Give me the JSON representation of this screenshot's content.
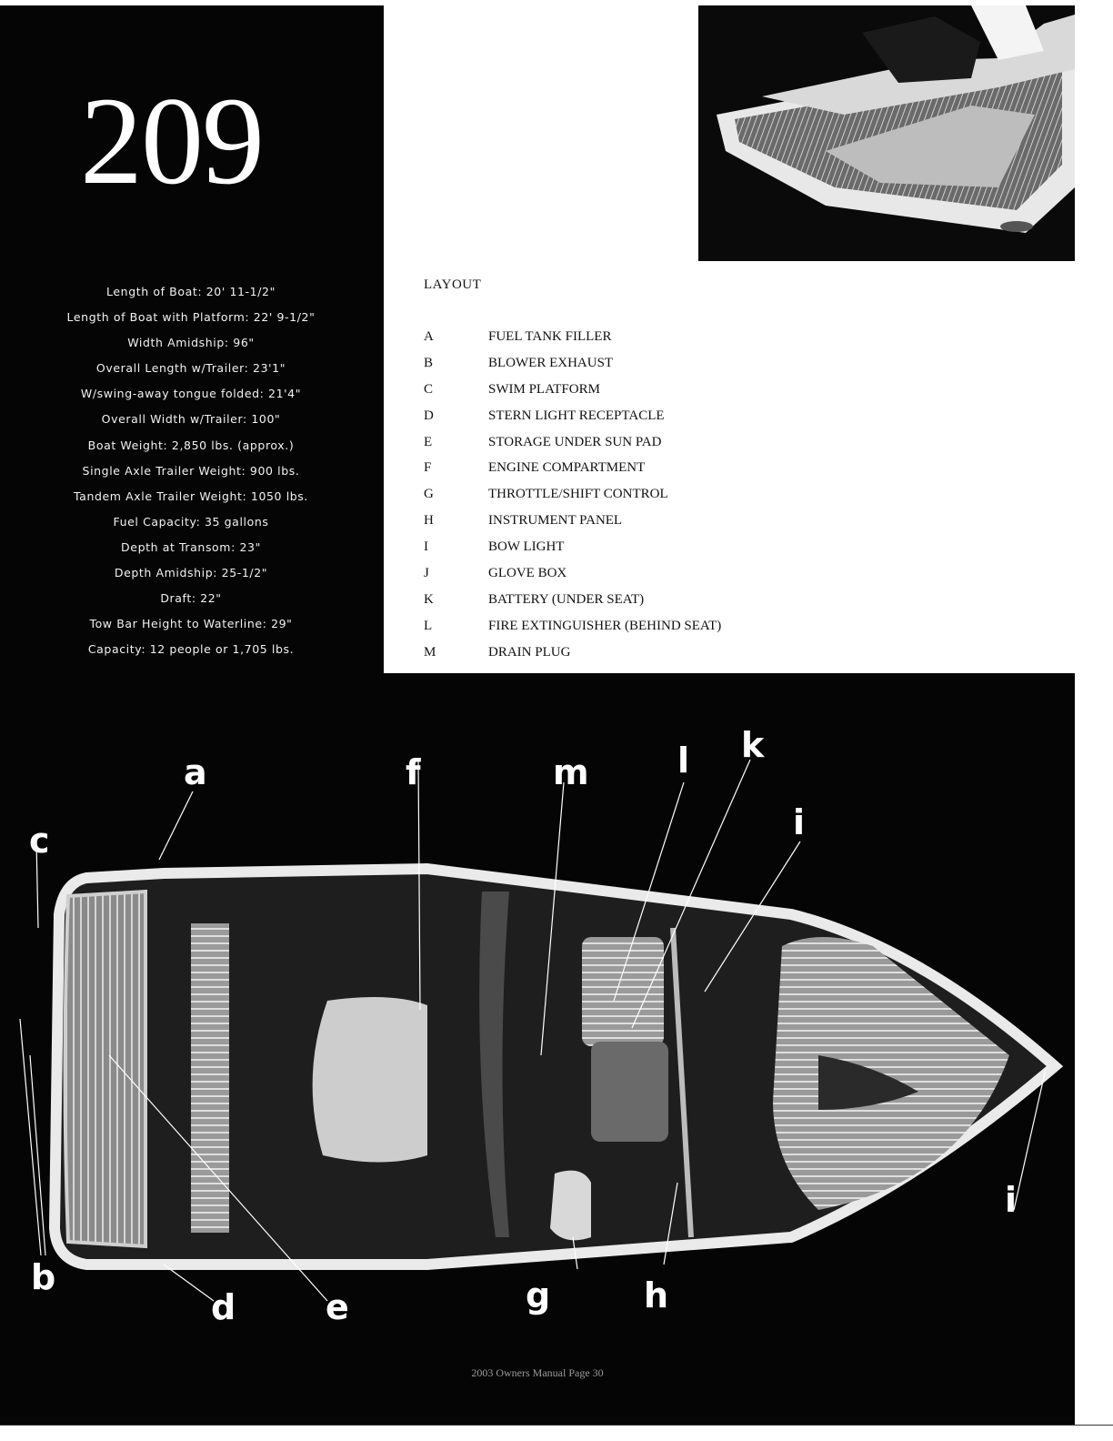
{
  "model": "209",
  "specs": [
    "Length of Boat: 20' 11-1/2\"",
    "Length of Boat with Platform: 22' 9-1/2\"",
    "Width Amidship: 96\"",
    "Overall Length w/Trailer: 23'1\"",
    "W/swing-away tongue folded: 21'4\"",
    "Overall Width w/Trailer: 100\"",
    "Boat Weight: 2,850 lbs. (approx.)",
    "Single Axle Trailer Weight: 900 lbs.",
    "Tandem Axle Trailer Weight: 1050 lbs.",
    "Fuel Capacity: 35 gallons",
    "Depth at Transom: 23\"",
    "Depth Amidship: 25-1/2\"",
    "Draft: 22\"",
    "Tow Bar Height to Waterline: 29\"",
    "Capacity: 12 people or 1,705 lbs."
  ],
  "layout": {
    "heading": "LAYOUT",
    "items": [
      {
        "code": "A",
        "label": "FUEL TANK FILLER"
      },
      {
        "code": "B",
        "label": "BLOWER EXHAUST"
      },
      {
        "code": "C",
        "label": "SWIM PLATFORM"
      },
      {
        "code": "D",
        "label": "STERN LIGHT RECEPTACLE"
      },
      {
        "code": "E",
        "label": "STORAGE UNDER SUN PAD"
      },
      {
        "code": "F",
        "label": "ENGINE COMPARTMENT"
      },
      {
        "code": "G",
        "label": "THROTTLE/SHIFT CONTROL"
      },
      {
        "code": "H",
        "label": "INSTRUMENT PANEL"
      },
      {
        "code": "I",
        "label": "BOW LIGHT"
      },
      {
        "code": "J",
        "label": "GLOVE BOX"
      },
      {
        "code": "K",
        "label": "BATTERY (UNDER SEAT)"
      },
      {
        "code": "L",
        "label": "FIRE EXTINGUISHER (BEHIND SEAT)"
      },
      {
        "code": "M",
        "label": "DRAIN PLUG"
      }
    ]
  },
  "callouts": {
    "a": "a",
    "b": "b",
    "c": "c",
    "d": "d",
    "e": "e",
    "f": "f",
    "g": "g",
    "h": "h",
    "i": "i",
    "k": "k",
    "l": "l",
    "m": "m"
  },
  "footer": "2003 Owners Manual Page 30"
}
